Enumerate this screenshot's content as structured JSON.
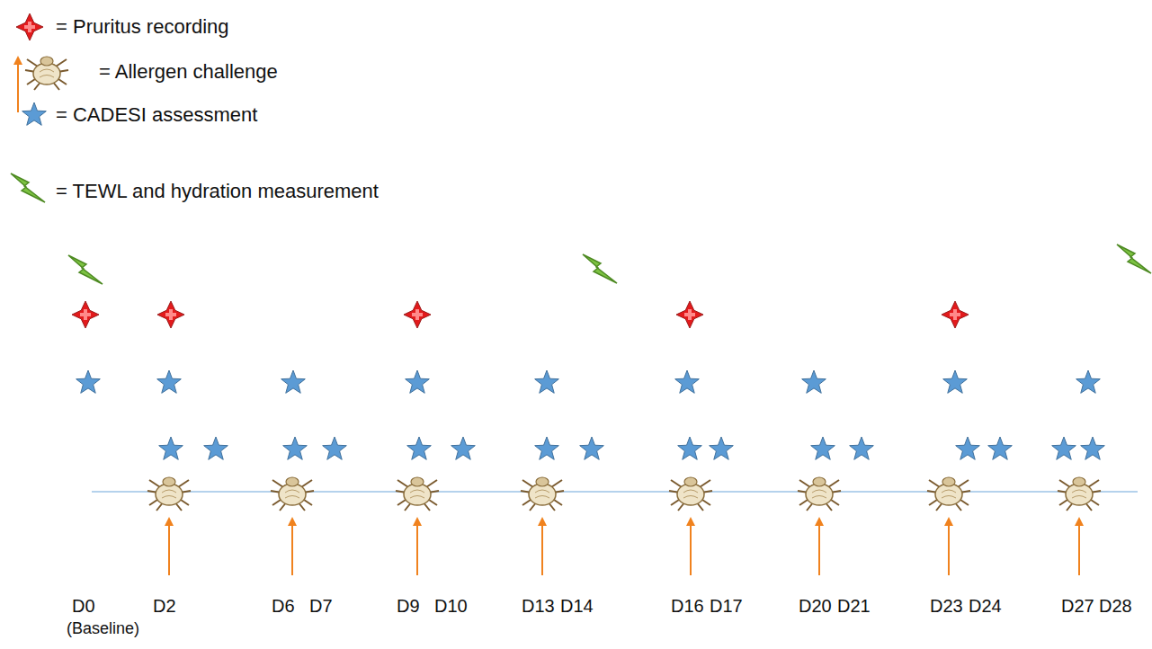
{
  "diagram": {
    "labels": [
      "D0",
      "(Baseline)",
      "D2",
      "D6",
      "D7",
      "D9",
      "D10",
      "D13",
      "D14",
      "D16",
      "D17",
      "D20",
      "D21",
      "D23",
      "D24",
      "D27",
      "D28"
    ],
    "legend": [
      {
        "text": "= Pruritus recording"
      },
      {
        "text": "= Allergen challenge"
      },
      {
        "text": "= CADESI assessment"
      },
      {
        "text": "= TEWL and hydration measurement"
      }
    ]
  }
}
